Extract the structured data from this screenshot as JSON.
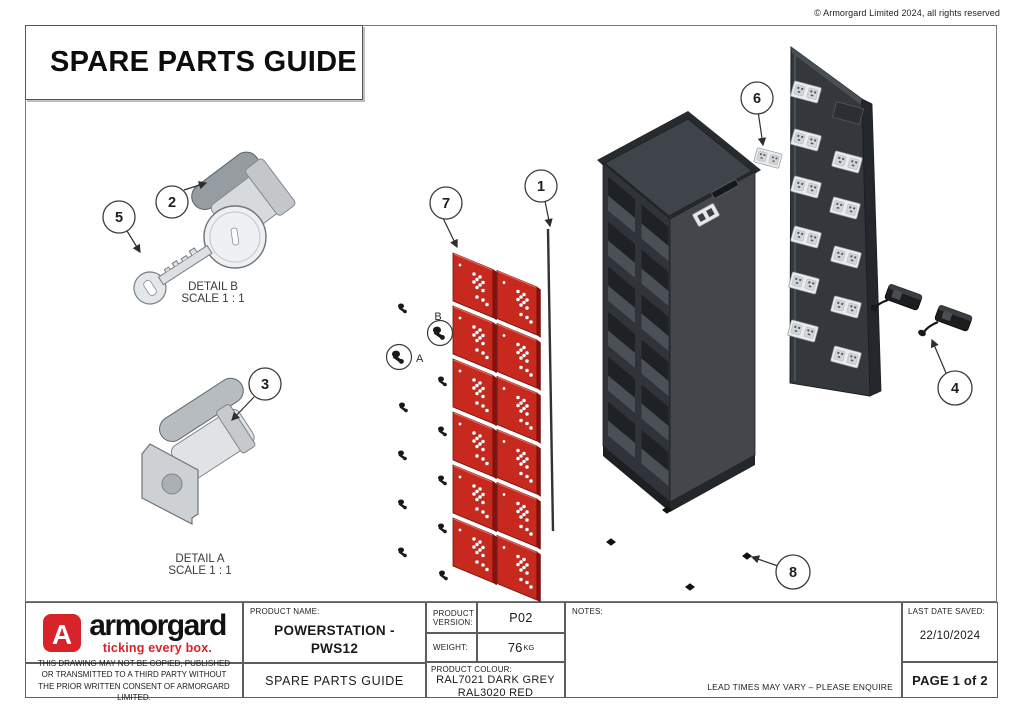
{
  "page": {
    "copyright": "© Armorgard Limited 2024, all rights reserved",
    "title": "SPARE PARTS GUIDE"
  },
  "drawing": {
    "callouts": [
      {
        "label": "1"
      },
      {
        "label": "2"
      },
      {
        "label": "3"
      },
      {
        "label": "4"
      },
      {
        "label": "5"
      },
      {
        "label": "6"
      },
      {
        "label": "7"
      },
      {
        "label": "8"
      }
    ],
    "detail_b": {
      "title": "DETAIL B",
      "scale": "SCALE 1 : 1"
    },
    "detail_a": {
      "title": "DETAIL A",
      "scale": "SCALE 1 : 1"
    },
    "ref_a": "A",
    "ref_b": "B"
  },
  "title_block": {
    "logo": {
      "brand": "armorgard",
      "tagline": "ticking every box.",
      "icon_letter": "A"
    },
    "disclaimer": "THIS DRAWING MAY NOT BE COPIED, PUBLISHED OR TRANSMITTED TO A THIRD PARTY WITHOUT THE PRIOR WRITTEN CONSENT OF ARMORGARD LIMITED.",
    "product_name_label": "PRODUCT NAME:",
    "product_name_line1": "POWERSTATION -",
    "product_name_line2": "PWS12",
    "doc_title": "SPARE PARTS GUIDE",
    "product_version_label": "PRODUCT VERSION:",
    "product_version": "P02",
    "weight_label": "WEIGHT:",
    "weight_value": "76",
    "weight_unit": "KG",
    "product_colour_label": "PRODUCT COLOUR:",
    "product_colour_line1": "RAL7021  DARK GREY",
    "product_colour_line2": "RAL3020  RED",
    "notes_label": "NOTES:",
    "lead_time_note": "LEAD TIMES MAY VARY – PLEASE ENQUIRE",
    "last_saved_label": "LAST DATE SAVED:",
    "last_saved_value": "22/10/2024",
    "page_label": "PAGE 1 of 2"
  },
  "colors": {
    "brand_red": "#D8232A",
    "door_red": "#C7291F",
    "cabinet_grey": "#33373B",
    "panel_grey": "#34383D"
  }
}
